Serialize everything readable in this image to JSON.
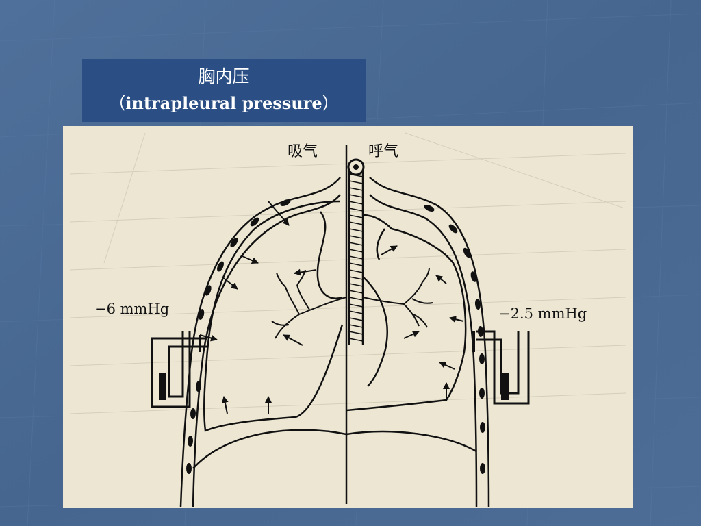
{
  "slide": {
    "title_zh": "胸内压",
    "title_en_open": "（",
    "title_en": "intrapleural   pressure",
    "title_en_close": "）"
  },
  "figure": {
    "inspiration_label": "吸气",
    "expiration_label": "呼气",
    "left_pressure_label": "−6 mmHg",
    "right_pressure_label": "−2.5 mmHg"
  },
  "colors": {
    "slide_background": "#4a6a93",
    "title_box": "#2b4f84",
    "title_text": "#ffffff",
    "figure_paper": "#ece6d3",
    "ink": "#111111"
  }
}
